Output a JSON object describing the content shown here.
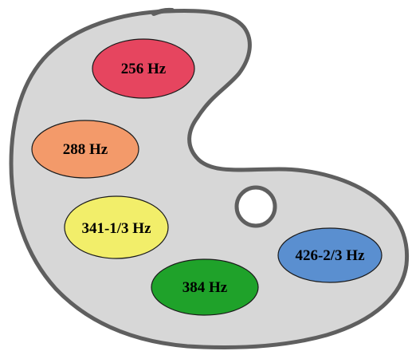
{
  "palette": {
    "fill_color": "#d7d7d7",
    "outline_color": "#5f5f5f"
  },
  "blobs": [
    {
      "label": "256 Hz",
      "color": "#e6455f"
    },
    {
      "label": "288 Hz",
      "color": "#f39a6a"
    },
    {
      "label": "341-1/3 Hz",
      "color": "#f2ee6a"
    },
    {
      "label": "384 Hz",
      "color": "#1fa22a"
    },
    {
      "label": "426-2/3 Hz",
      "color": "#5a8fd0"
    }
  ]
}
